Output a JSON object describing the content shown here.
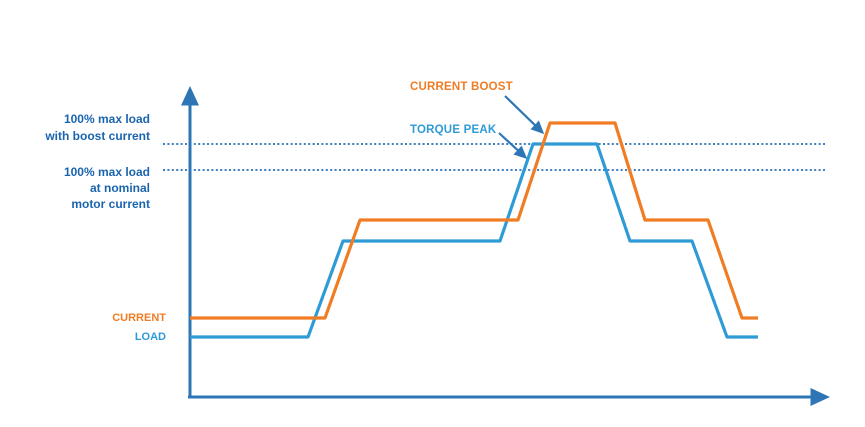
{
  "colors": {
    "accent_orange": "#F07C23",
    "line_blue": "#2F9BD6",
    "axis_blue": "#2E75B6",
    "text_blue": "#1A64AF",
    "dot_blue": "#3E7FC1",
    "bg": "#FFFFFF"
  },
  "labels": {
    "boost_max": {
      "line1": "100% max load",
      "line2": "with boost current"
    },
    "nominal_max": {
      "line1": "100% max load",
      "line2": "at nominal",
      "line3": "motor current"
    },
    "current_boost": "CURRENT BOOST",
    "torque_peak": "TORQUE PEAK",
    "current_series": "CURRENT",
    "load_series": "LOAD"
  },
  "chart_data": {
    "type": "line",
    "title": "",
    "xlabel": "",
    "ylabel": "",
    "axes_note": "conceptual diagram, no numeric ticks; x = time, y = level",
    "grid": false,
    "legend_position": "left-of-axis inline labels",
    "series": [
      {
        "name": "CURRENT",
        "color": "#F07C23",
        "shape": "trapezoid steps: low plateau, mid plateau, boost peak above both limit lines, mid plateau, low plateau",
        "points_svg": "190,318 325,318 360,220 518,220 550,123 615,123 645,220 708,220 742,318 758,318"
      },
      {
        "name": "LOAD",
        "color": "#2F9BD6",
        "shape": "trapezoid steps: low plateau, mid plateau, peak touching boost limit line, mid plateau, low plateau",
        "points_svg": "190,337 308,337 343,241 500,241 533,144 597,144 630,241 692,241 727,337 758,337"
      }
    ],
    "reference_lines": [
      {
        "label": "100% max load with boost current",
        "y": 144,
        "x1": 163,
        "x2": 825,
        "style": "dotted"
      },
      {
        "label": "100% max load at nominal motor current",
        "y": 170,
        "x1": 163,
        "x2": 825,
        "style": "dotted"
      }
    ],
    "axes": {
      "y_axis": {
        "x": 190,
        "y1": 398,
        "y2": 92
      },
      "x_axis": {
        "y": 397,
        "x1": 188,
        "x2": 824
      }
    },
    "annotations": [
      {
        "text": "CURRENT BOOST",
        "x1": 505,
        "y1": 96,
        "x2": 541,
        "y2": 131
      },
      {
        "text": "TORQUE PEAK",
        "x1": 499,
        "y1": 133,
        "x2": 524,
        "y2": 156
      }
    ]
  }
}
